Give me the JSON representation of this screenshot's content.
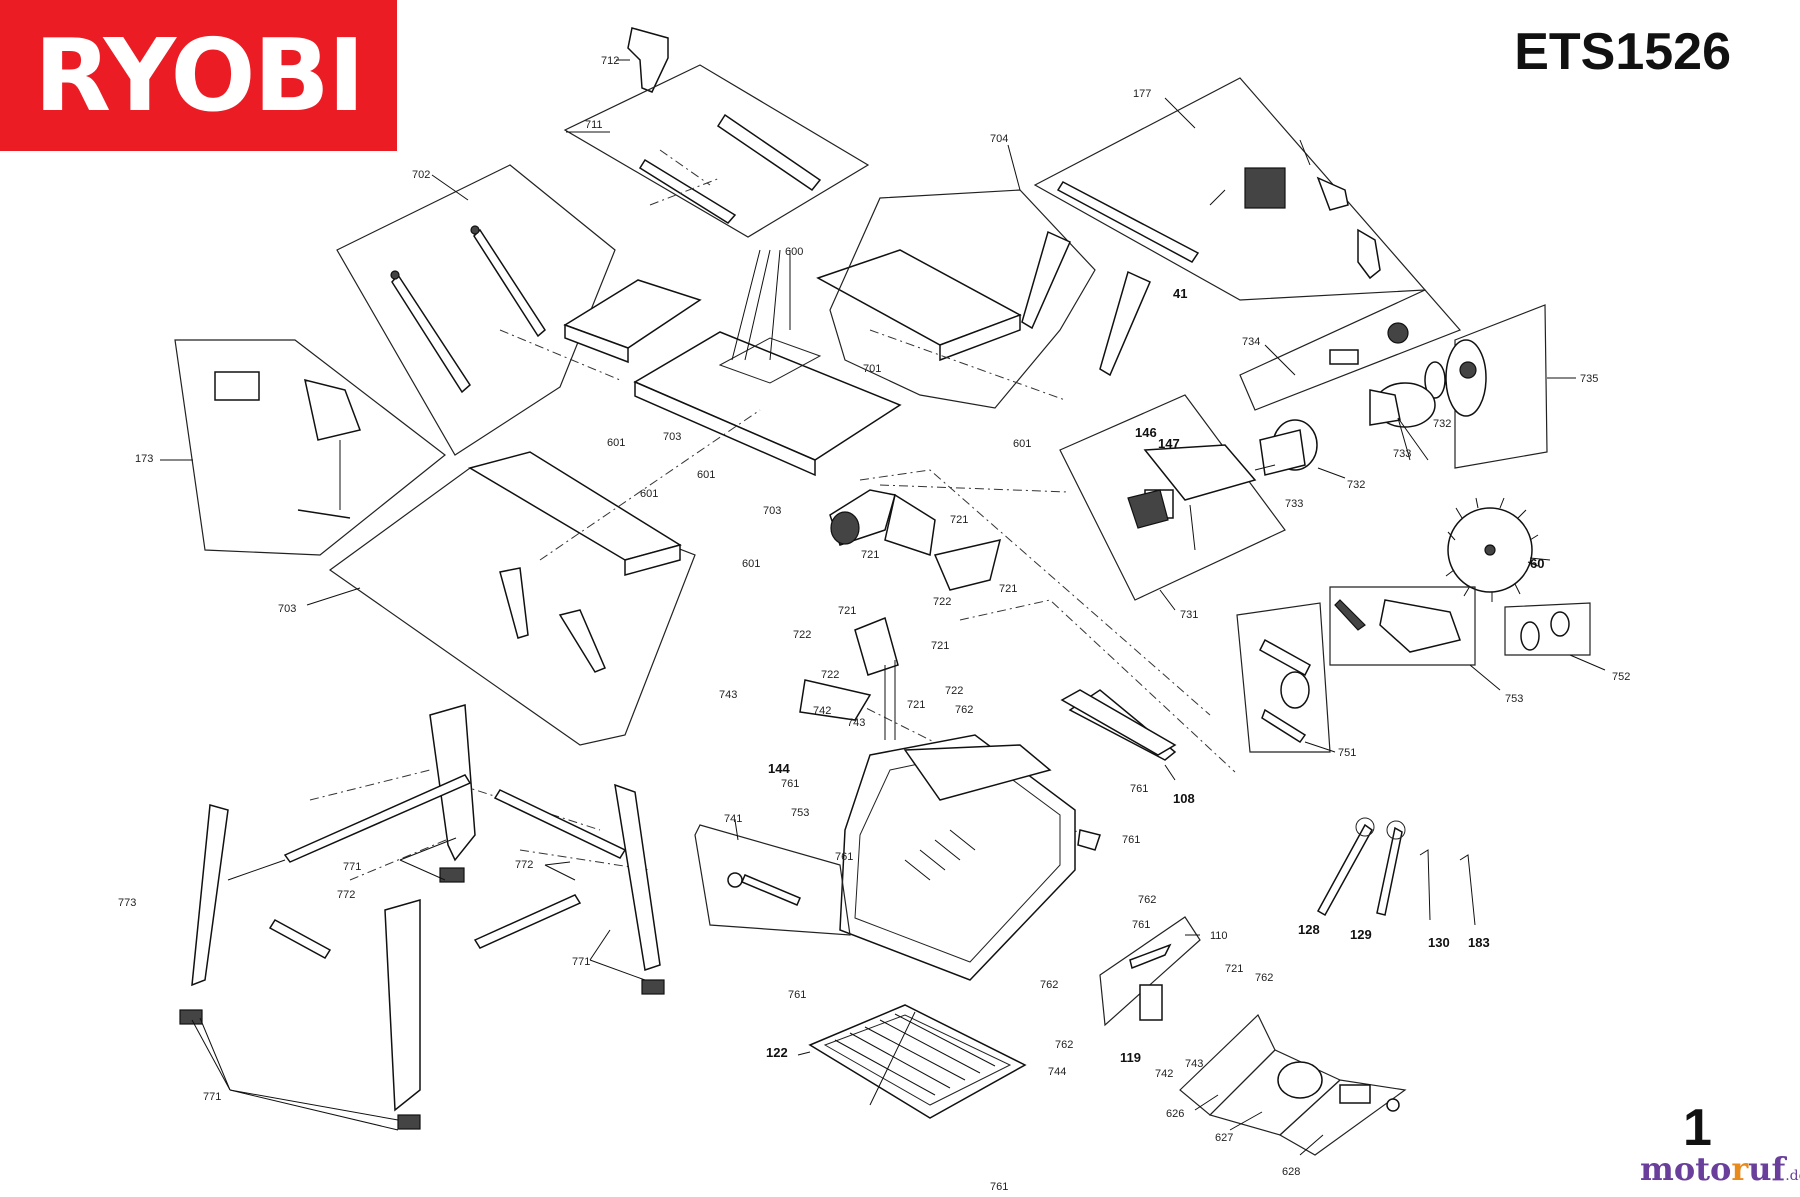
{
  "brand": {
    "logo_text": "RYOBI",
    "color": "#ec1c24"
  },
  "model": "ETS1526",
  "page_number": "1",
  "watermark": {
    "part_a": "moto",
    "part_b": "r",
    "part_c": "uf",
    "suffix": ".de"
  },
  "callouts": {
    "c712": "712",
    "c711": "711",
    "c702": "702",
    "c600": "600",
    "c704": "704",
    "c177": "177",
    "c41": "41",
    "c734": "734",
    "c735": "735",
    "c701": "701",
    "c173": "173",
    "c601a": "601",
    "c703a": "703",
    "c601b": "601",
    "c601c": "601",
    "c703b": "703",
    "c601d": "601",
    "c601e": "601",
    "c146": "146",
    "c147": "147",
    "c732a": "732",
    "c733a": "733",
    "c733b": "733",
    "c732b": "732",
    "c731": "731",
    "c60": "60",
    "c721a": "721",
    "c721b": "721",
    "c722a": "722",
    "c721c": "721",
    "c721d": "721",
    "c722b": "722",
    "c721e": "721",
    "c722c": "722",
    "c722d": "722",
    "c721f": "721",
    "c762a": "762",
    "c743a": "743",
    "c742a": "742",
    "c743b": "743",
    "c144": "144",
    "c761a": "761",
    "c703c": "703",
    "c108": "108",
    "c753a": "753",
    "c751": "751",
    "c753b": "753",
    "c752": "752",
    "c761b": "761",
    "c761c": "761",
    "c741": "741",
    "c761d": "761",
    "c762b": "762",
    "c761e": "761",
    "c771a": "771",
    "c772a": "772",
    "c772b": "772",
    "c773": "773",
    "c771b": "771",
    "c771c": "771",
    "c128": "128",
    "c129": "129",
    "c130": "130",
    "c183": "183",
    "c110": "110",
    "c721g": "721",
    "c762c": "762",
    "c761f": "761",
    "c762d": "762",
    "c762e": "762",
    "c744": "744",
    "c119": "119",
    "c742b": "742",
    "c743c": "743",
    "c626": "626",
    "c627": "627",
    "c628": "628",
    "c122": "122",
    "c761g": "761"
  }
}
